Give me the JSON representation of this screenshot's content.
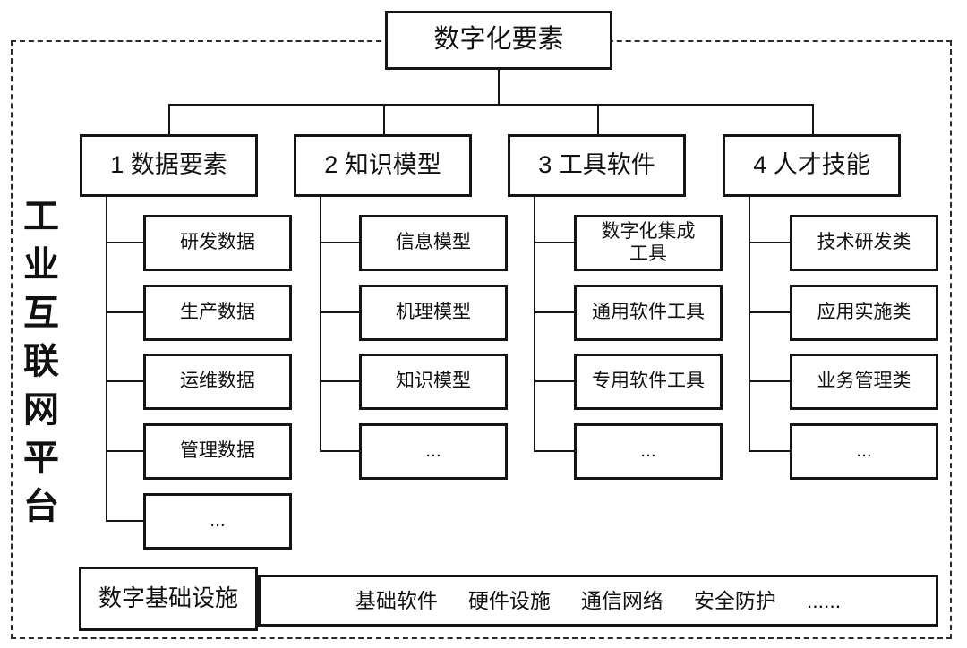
{
  "diagram": {
    "root": {
      "label": "数字化要素"
    },
    "left_label": {
      "text": "工业互联网平台",
      "chars": [
        "工",
        "业",
        "互",
        "联",
        "网",
        "平",
        "台"
      ]
    },
    "columns": [
      {
        "header": "1 数据要素",
        "children": [
          "研发数据",
          "生产数据",
          "运维数据",
          "管理数据",
          "..."
        ]
      },
      {
        "header": "2 知识模型",
        "children": [
          "信息模型",
          "机理模型",
          "知识模型",
          "..."
        ]
      },
      {
        "header": "3 工具软件",
        "children": [
          "数字化集成\n工具",
          "通用软件工具",
          "专用软件工具",
          "..."
        ]
      },
      {
        "header": "4 人才技能",
        "children": [
          "技术研发类",
          "应用实施类",
          "业务管理类",
          "..."
        ]
      }
    ],
    "infrastructure": {
      "label": "数字基础设施",
      "items": [
        "基础软件",
        "硬件设施",
        "通信网络",
        "安全防护",
        "......"
      ]
    },
    "colors": {
      "line": "#151515",
      "background": "#ffffff",
      "text": "#111111"
    }
  }
}
